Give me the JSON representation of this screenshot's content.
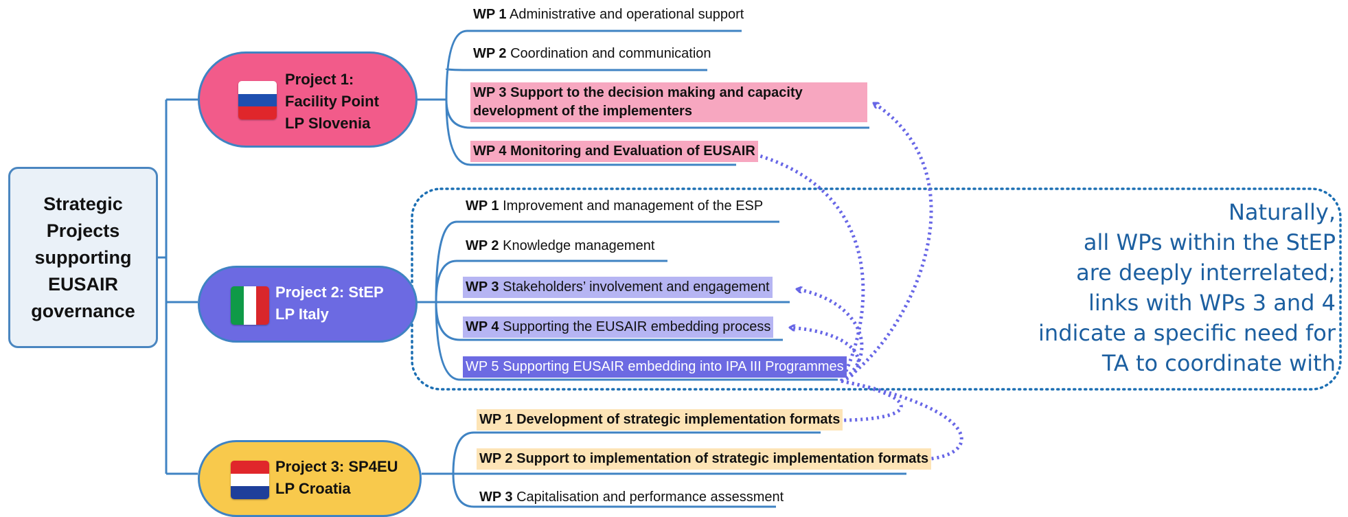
{
  "root": {
    "label": "Strategic\nProjects\nsupporting\nEUSAIR\ngovernance"
  },
  "projects": [
    {
      "label": "Project 1:\nFacility Point\nLP Slovenia",
      "color": "#f25b8a",
      "flag": [
        "#ffffff",
        "#1e4fb0",
        "#e0262b"
      ],
      "wps": [
        {
          "code": "WP 1",
          "text": "Administrative and operational support"
        },
        {
          "code": "WP 2",
          "text": "Coordination and communication"
        },
        {
          "code": "WP 3",
          "text": "Support to the decision making and capacity development of the implementers"
        },
        {
          "code": "WP 4",
          "text": "Monitoring and Evaluation of EUSAIR"
        }
      ]
    },
    {
      "label": "Project 2: StEP\nLP Italy",
      "color": "#6c6ae2",
      "flag": [
        "#0f9a47",
        "#ffffff",
        "#d9262b"
      ],
      "wps": [
        {
          "code": "WP 1",
          "text": "Improvement and management of the ESP"
        },
        {
          "code": "WP 2",
          "text": "Knowledge management"
        },
        {
          "code": "WP 3",
          "text": "Stakeholders’ involvement and engagement"
        },
        {
          "code": "WP 4",
          "text": "Supporting the EUSAIR embedding process"
        },
        {
          "code": "WP 5",
          "text": "Supporting EUSAIR embedding into IPA III Programmes"
        }
      ]
    },
    {
      "label": "Project 3: SP4EU\nLP Croatia",
      "color": "#f8c94c",
      "flag": [
        "#e0262b",
        "#ffffff",
        "#1e3f9a"
      ],
      "wps": [
        {
          "code": "WP 1",
          "text": "Development of strategic implementation formats"
        },
        {
          "code": "WP 2",
          "text": "Support to implementation of strategic implementation formats"
        },
        {
          "code": "WP 3",
          "text": "Capitalisation and performance assessment"
        }
      ]
    }
  ],
  "note": "Naturally,\nall WPs within the StEP\nare deeply interrelated;\nlinks with WPs 3 and 4\nindicate a specific need for\nTA to coordinate with",
  "colors": {
    "line": "#3f83c3",
    "arrow": "#6766e6",
    "frame": "#1c6fb3",
    "note": "#1c5fa0",
    "pink_highlight": "#f7a7c0",
    "lavender_highlight": "#b6b5f3",
    "peach_highlight": "#fde4b6"
  }
}
